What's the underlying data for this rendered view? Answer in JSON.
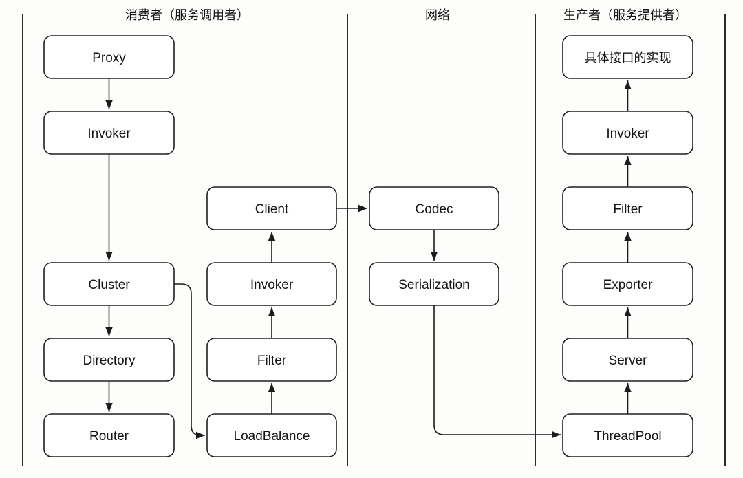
{
  "diagram": {
    "sections": {
      "consumer": {
        "label": "消费者（服务调用者）"
      },
      "network": {
        "label": "网络"
      },
      "producer": {
        "label": "生产者（服务提供者）"
      }
    },
    "nodes": {
      "consumer_proxy": {
        "label": "Proxy"
      },
      "consumer_invoker": {
        "label": "Invoker"
      },
      "consumer_cluster": {
        "label": "Cluster"
      },
      "consumer_directory": {
        "label": "Directory"
      },
      "consumer_router": {
        "label": "Router"
      },
      "consumer_client": {
        "label": "Client"
      },
      "consumer_invoker2": {
        "label": "Invoker"
      },
      "consumer_filter": {
        "label": "Filter"
      },
      "consumer_loadbalance": {
        "label": "LoadBalance"
      },
      "network_codec": {
        "label": "Codec"
      },
      "network_serialization": {
        "label": "Serialization"
      },
      "producer_impl": {
        "label": "具体接口的实现"
      },
      "producer_invoker": {
        "label": "Invoker"
      },
      "producer_filter": {
        "label": "Filter"
      },
      "producer_exporter": {
        "label": "Exporter"
      },
      "producer_server": {
        "label": "Server"
      },
      "producer_threadpool": {
        "label": "ThreadPool"
      }
    },
    "edges": [
      {
        "from": "consumer_proxy",
        "to": "consumer_invoker"
      },
      {
        "from": "consumer_invoker",
        "to": "consumer_cluster"
      },
      {
        "from": "consumer_cluster",
        "to": "consumer_directory"
      },
      {
        "from": "consumer_directory",
        "to": "consumer_router"
      },
      {
        "from": "consumer_cluster",
        "to": "consumer_loadbalance"
      },
      {
        "from": "consumer_loadbalance",
        "to": "consumer_filter"
      },
      {
        "from": "consumer_filter",
        "to": "consumer_invoker2"
      },
      {
        "from": "consumer_invoker2",
        "to": "consumer_client"
      },
      {
        "from": "consumer_client",
        "to": "network_codec"
      },
      {
        "from": "network_codec",
        "to": "network_serialization"
      },
      {
        "from": "network_serialization",
        "to": "producer_threadpool"
      },
      {
        "from": "producer_threadpool",
        "to": "producer_server"
      },
      {
        "from": "producer_server",
        "to": "producer_exporter"
      },
      {
        "from": "producer_exporter",
        "to": "producer_filter"
      },
      {
        "from": "producer_filter",
        "to": "producer_invoker"
      },
      {
        "from": "producer_invoker",
        "to": "producer_impl"
      }
    ],
    "colors": {
      "line": "#1c1c1c",
      "box_fill": "#ffffff",
      "background": "#fdfdfc"
    }
  }
}
